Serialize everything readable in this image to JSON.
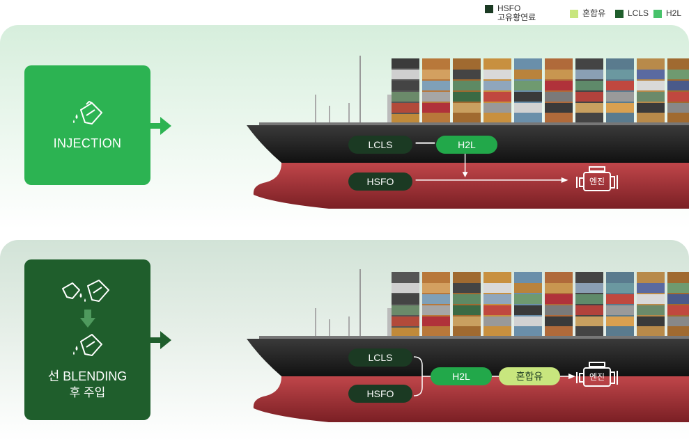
{
  "legend": {
    "hsfo_line1": "HSFO",
    "hsfo_line2": "고유황연료",
    "blend": "혼합유",
    "lcls": "LCLS",
    "h2l": "H2L",
    "colors": {
      "hsfo": "#1b3a23",
      "blend": "#c8e67e",
      "lcls": "#1f5e2c",
      "h2l": "#47c26a"
    }
  },
  "injection": {
    "label": "INJECTION",
    "lcls": "LCLS",
    "h2l": "H2L",
    "hsfo": "HSFO",
    "engine": "엔진"
  },
  "blending": {
    "label_line1": "선 BLENDING",
    "label_line2": "후 주입",
    "lcls": "LCLS",
    "hsfo": "HSFO",
    "h2l": "H2L",
    "mix": "혼합유",
    "engine": "엔진"
  }
}
